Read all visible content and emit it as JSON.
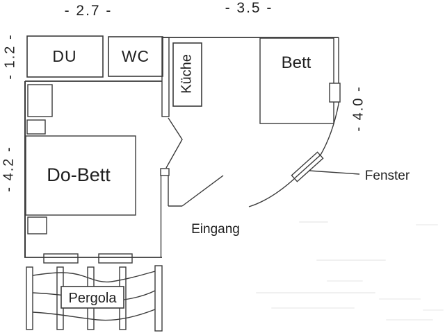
{
  "diagram": {
    "type": "floor-plan-sketch",
    "rooms": {
      "du": {
        "label": "DU"
      },
      "wc": {
        "label": "WC"
      },
      "kueche": {
        "label": "Küche"
      },
      "bett": {
        "label": "Bett"
      },
      "do_bett": {
        "label": "Do-Bett"
      },
      "eingang": {
        "label": "Eingang"
      },
      "fenster": {
        "label": "Fenster"
      },
      "pergola": {
        "label": "Pergola"
      }
    },
    "dimensions_m": {
      "top_left": "- 2.7 -",
      "top_right": "- 3.5 -",
      "left_upper": "- 1.2 -",
      "left_lower": "- 4.2 -",
      "right": "- 4.0 -"
    },
    "colors": {
      "line": "#3a3a3a",
      "text": "#1f1f1f",
      "background": "#ffffff"
    }
  }
}
